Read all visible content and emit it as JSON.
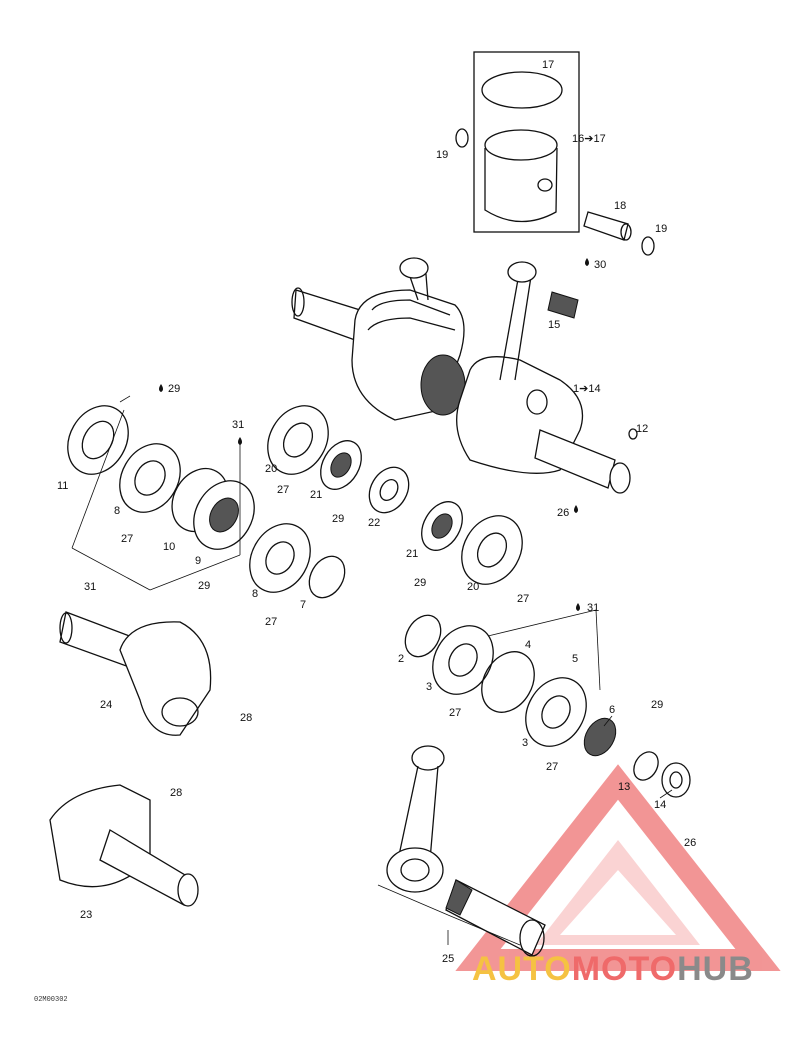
{
  "drawing_code": "02M00302",
  "watermark": {
    "auto": "AUTO",
    "moto": "MOTO",
    "hub": "HUB"
  },
  "callouts": {
    "c17": "17",
    "c16_17": "16➔17",
    "c19a": "19",
    "c18": "18",
    "c19b": "19",
    "c30": "30",
    "c15": "15",
    "c1_14": "1➔14",
    "c12": "12",
    "c26a": "26",
    "c29a": "29",
    "c11": "11",
    "c31a": "31",
    "c8a": "8",
    "c27a": "27",
    "c10": "10",
    "c9": "9",
    "c29b": "29",
    "c31b": "31",
    "c20a": "20",
    "c27b": "27",
    "c21a": "21",
    "c29c": "29",
    "c22": "22",
    "c8b": "8",
    "c27c": "27",
    "c7": "7",
    "c21b": "21",
    "c29d": "29",
    "c20b": "20",
    "c27d": "27",
    "c31c": "31",
    "c4": "4",
    "c2": "2",
    "c5": "5",
    "c3a": "3",
    "c27e": "27",
    "c3b": "3",
    "c6": "6",
    "c29e": "29",
    "c27f": "27",
    "c24": "24",
    "c28a": "28",
    "c28b": "28",
    "c23": "23",
    "c13": "13",
    "c14": "14",
    "c26b": "26",
    "c25": "25"
  }
}
